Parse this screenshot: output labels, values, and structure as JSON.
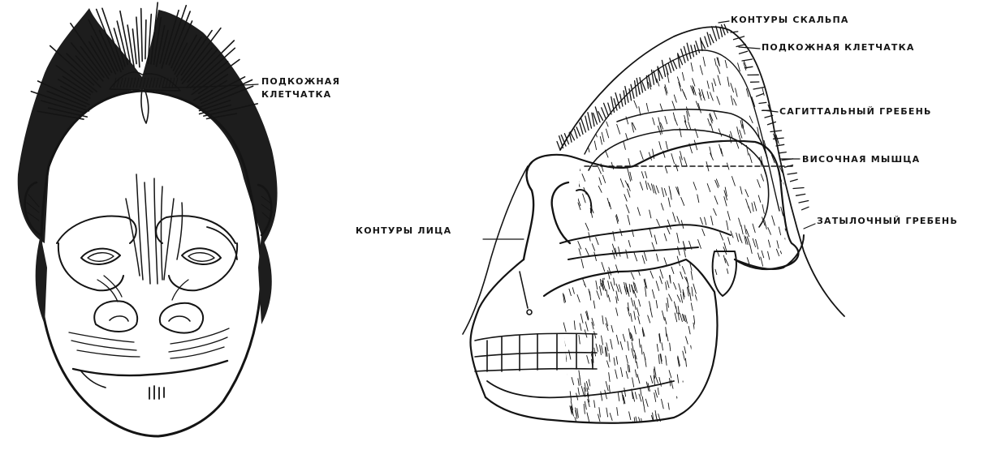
{
  "front_view": {
    "labels": {
      "subcutaneous_line1": "ПОДКОЖНАЯ",
      "subcutaneous_line2": "КЛЕТЧАТКА"
    }
  },
  "side_view": {
    "labels": {
      "scalp_contours": "КОНТУРЫ СКАЛЬПА",
      "subcutaneous_tissue": "ПОДКОЖНАЯ КЛЕТЧАТКА",
      "sagittal_crest": "САГИТТАЛЬНЫЙ ГРЕБЕНЬ",
      "temporal_muscle": "ВИСОЧНАЯ МЫШЦА",
      "occipital_crest": "ЗАТЫЛОЧНЫЙ ГРЕБЕНЬ",
      "face_contours": "КОНТУРЫ ЛИЦА"
    }
  },
  "colors": {
    "ink": "#141414",
    "paper": "#ffffff"
  },
  "icons": {
    "front": "gorilla-head-front-drawing",
    "side": "gorilla-skull-side-drawing"
  }
}
